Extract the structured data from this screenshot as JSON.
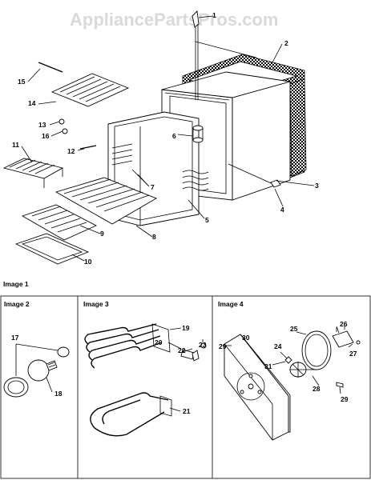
{
  "watermark": "AppliancePartsPros.com",
  "captions": {
    "image1": "Image 1",
    "image2": "Image 2",
    "image3": "Image 3",
    "image4": "Image 4"
  },
  "callouts": {
    "n1": "1",
    "n2": "2",
    "n3": "3",
    "n4": "4",
    "n5": "5",
    "n6": "6",
    "n7": "7",
    "n8": "8",
    "n9": "9",
    "n10": "10",
    "n11": "11",
    "n12": "12",
    "n13": "13",
    "n14": "14",
    "n15": "15",
    "n16": "16",
    "n17": "17",
    "n18": "18",
    "n19": "19",
    "n20": "20",
    "n21": "21",
    "n22": "22",
    "n23": "23",
    "n24": "24",
    "n25": "25",
    "n26": "26",
    "n27": "27",
    "n28": "28",
    "n29a": "29",
    "n29b": "29",
    "n30": "30",
    "n31": "31"
  }
}
